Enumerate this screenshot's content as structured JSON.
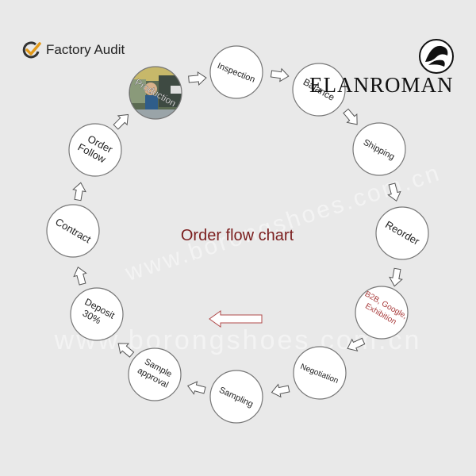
{
  "header": {
    "audit_label": "Factory Audit",
    "brand_name": "ELANROMAN"
  },
  "diagram": {
    "title": "Order flow chart",
    "watermark": "www.borongshoes.com.cn",
    "nodes": [
      {
        "label": "Inspection"
      },
      {
        "label": "Balance"
      },
      {
        "label": "Shipping"
      },
      {
        "label": "Reorder"
      },
      {
        "label": "B2B, Google, Exhibition"
      },
      {
        "label": "Negotiation"
      },
      {
        "label": "Sampling"
      },
      {
        "label": "Sample approval"
      },
      {
        "label": "Deposit 30%"
      },
      {
        "label": "Contract"
      },
      {
        "label": "Order Follow"
      },
      {
        "label": "Production"
      }
    ]
  },
  "colors": {
    "title": "#7b1e1e",
    "highlight_node": "#a83a3a",
    "arrow_fill": "#ffffff",
    "arrow_stroke": "#555555"
  },
  "icons": {
    "audit": "check-icon",
    "brand": "brand-emblem-icon"
  }
}
